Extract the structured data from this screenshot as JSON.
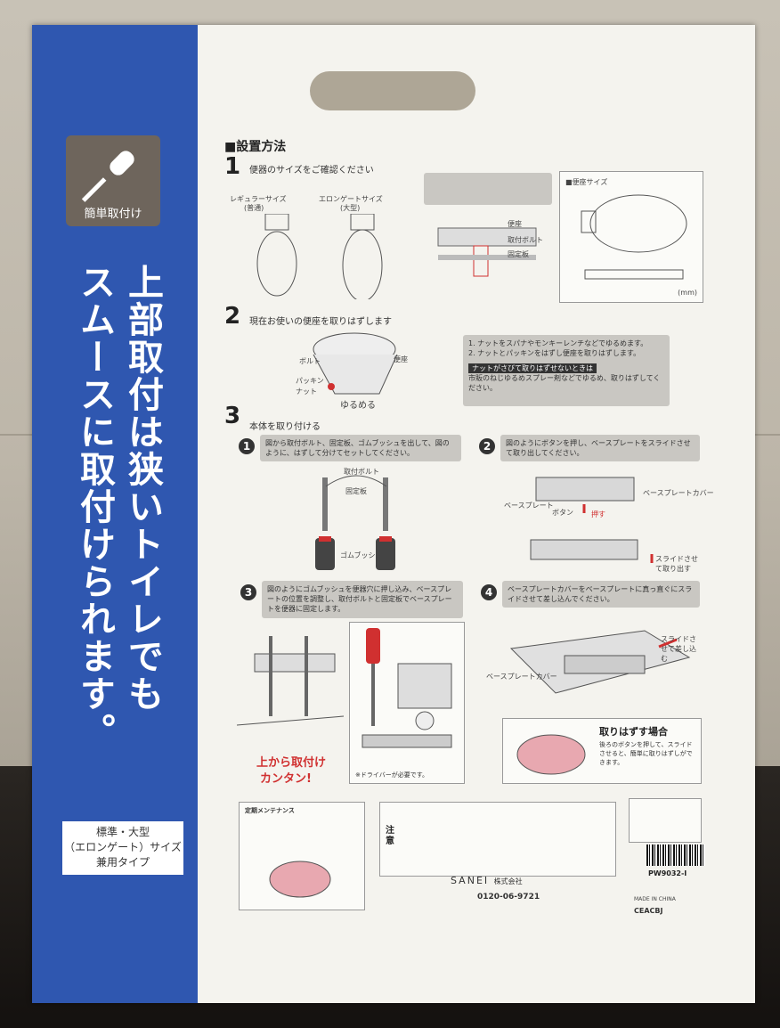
{
  "badges": {
    "easy_install": "簡単取付け",
    "size_type": [
      "標準・大型",
      "（エロンゲート）サイズ",
      "兼用タイプ"
    ]
  },
  "headline_columns": [
    "上部取付は狭いトイレでも",
    "スムースに取付けられます。"
  ],
  "section_title": "■設置方法",
  "steps": [
    {
      "num": "1",
      "title": "便器のサイズをご確認ください"
    },
    {
      "num": "2",
      "title": "現在お使いの便座を取りはずします"
    },
    {
      "num": "3",
      "title": "本体を取り付ける"
    }
  ],
  "step1": {
    "regular": "レギュラーサイズ",
    "regular_sub": "(普通)",
    "elongate": "エロンゲートサイズ",
    "elongate_sub": "(大型)",
    "seat_size": "■便座サイズ",
    "part_label_1": "便座",
    "part_label_2": "取付ボルト",
    "part_label_3": "固定板",
    "unit": "(mm)"
  },
  "step2": {
    "instr1": "1. ナットをスパナやモンキーレンチなどでゆるめます。",
    "instr2": "2. ナットとパッキンをはずし便座を取りはずします。",
    "tip_title": "ナットがさびて取りはずせないときは",
    "tip_text": "市販のねじゆるめスプレー剤などでゆるめ、取りはずしてください。",
    "loosen": "ゆるめる",
    "bolt": "ボルト",
    "packing": "パッキン",
    "nut": "ナット",
    "seat": "便座"
  },
  "step3": {
    "sub1": "図から取付ボルト、固定板、ゴムブッシュを出して、図のように、はずして分けてセットしてください。",
    "sub2": "図のようにボタンを押し、ベースプレートをスライドさせて取り出してください。",
    "sub3": "図のようにゴムブッシュを便器穴に押し込み、ベースプレートの位置を調整し、取付ボルトと固定板でベースプレートを便器に固定します。",
    "sub4": "ベースプレートカバーをベースプレートに真っ直ぐにスライドさせて差し込んでください。",
    "bolt_label": "取付ボルト",
    "plate_label": "固定板",
    "bush_label": "ゴムブッシュ",
    "base_plate": "ベースプレート",
    "base_cover": "ベースプレートカバー",
    "button": "ボタン",
    "push": "押す",
    "slide_out": "スライドさせて取り出す",
    "slide_in": "スライドさせて差し込む",
    "from_top": "上から取付け",
    "easy": "カンタン!",
    "driver": "※ドライバーが必要です。"
  },
  "removal": {
    "title": "取りはずす場合",
    "text": "後ろのボタンを押して、スライドさせると、簡単に取りはずしができます。"
  },
  "maintenance": {
    "title": "定期メンテナンス"
  },
  "caution": {
    "label": "注意"
  },
  "company": {
    "name": "SANEI",
    "suffix": "株式会社",
    "phone": "0120-06-9721"
  },
  "product_code": "PW9032-I",
  "made_in": "MADE IN CHINA",
  "lot": "CEACBJ",
  "colors": {
    "blue": "#2f57b0",
    "badge": "#6e655c",
    "accent_red": "#d03030"
  }
}
